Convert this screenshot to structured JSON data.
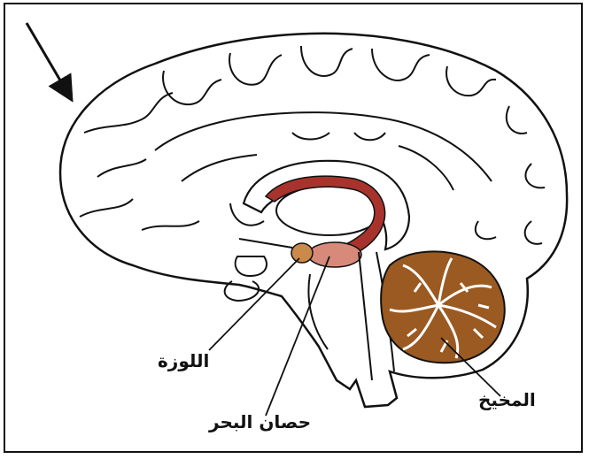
{
  "labels": {
    "amygdala": "اللوزة",
    "hippocampus": "حصان البحر",
    "cerebellum": "المخيخ"
  },
  "colors": {
    "hippocampus_fill": "#a8332c",
    "hippocampus_light": "#d88a7a",
    "amygdala_fill": "#c98a4a",
    "cerebellum_fill": "#9a5a22",
    "outline": "#111111"
  }
}
